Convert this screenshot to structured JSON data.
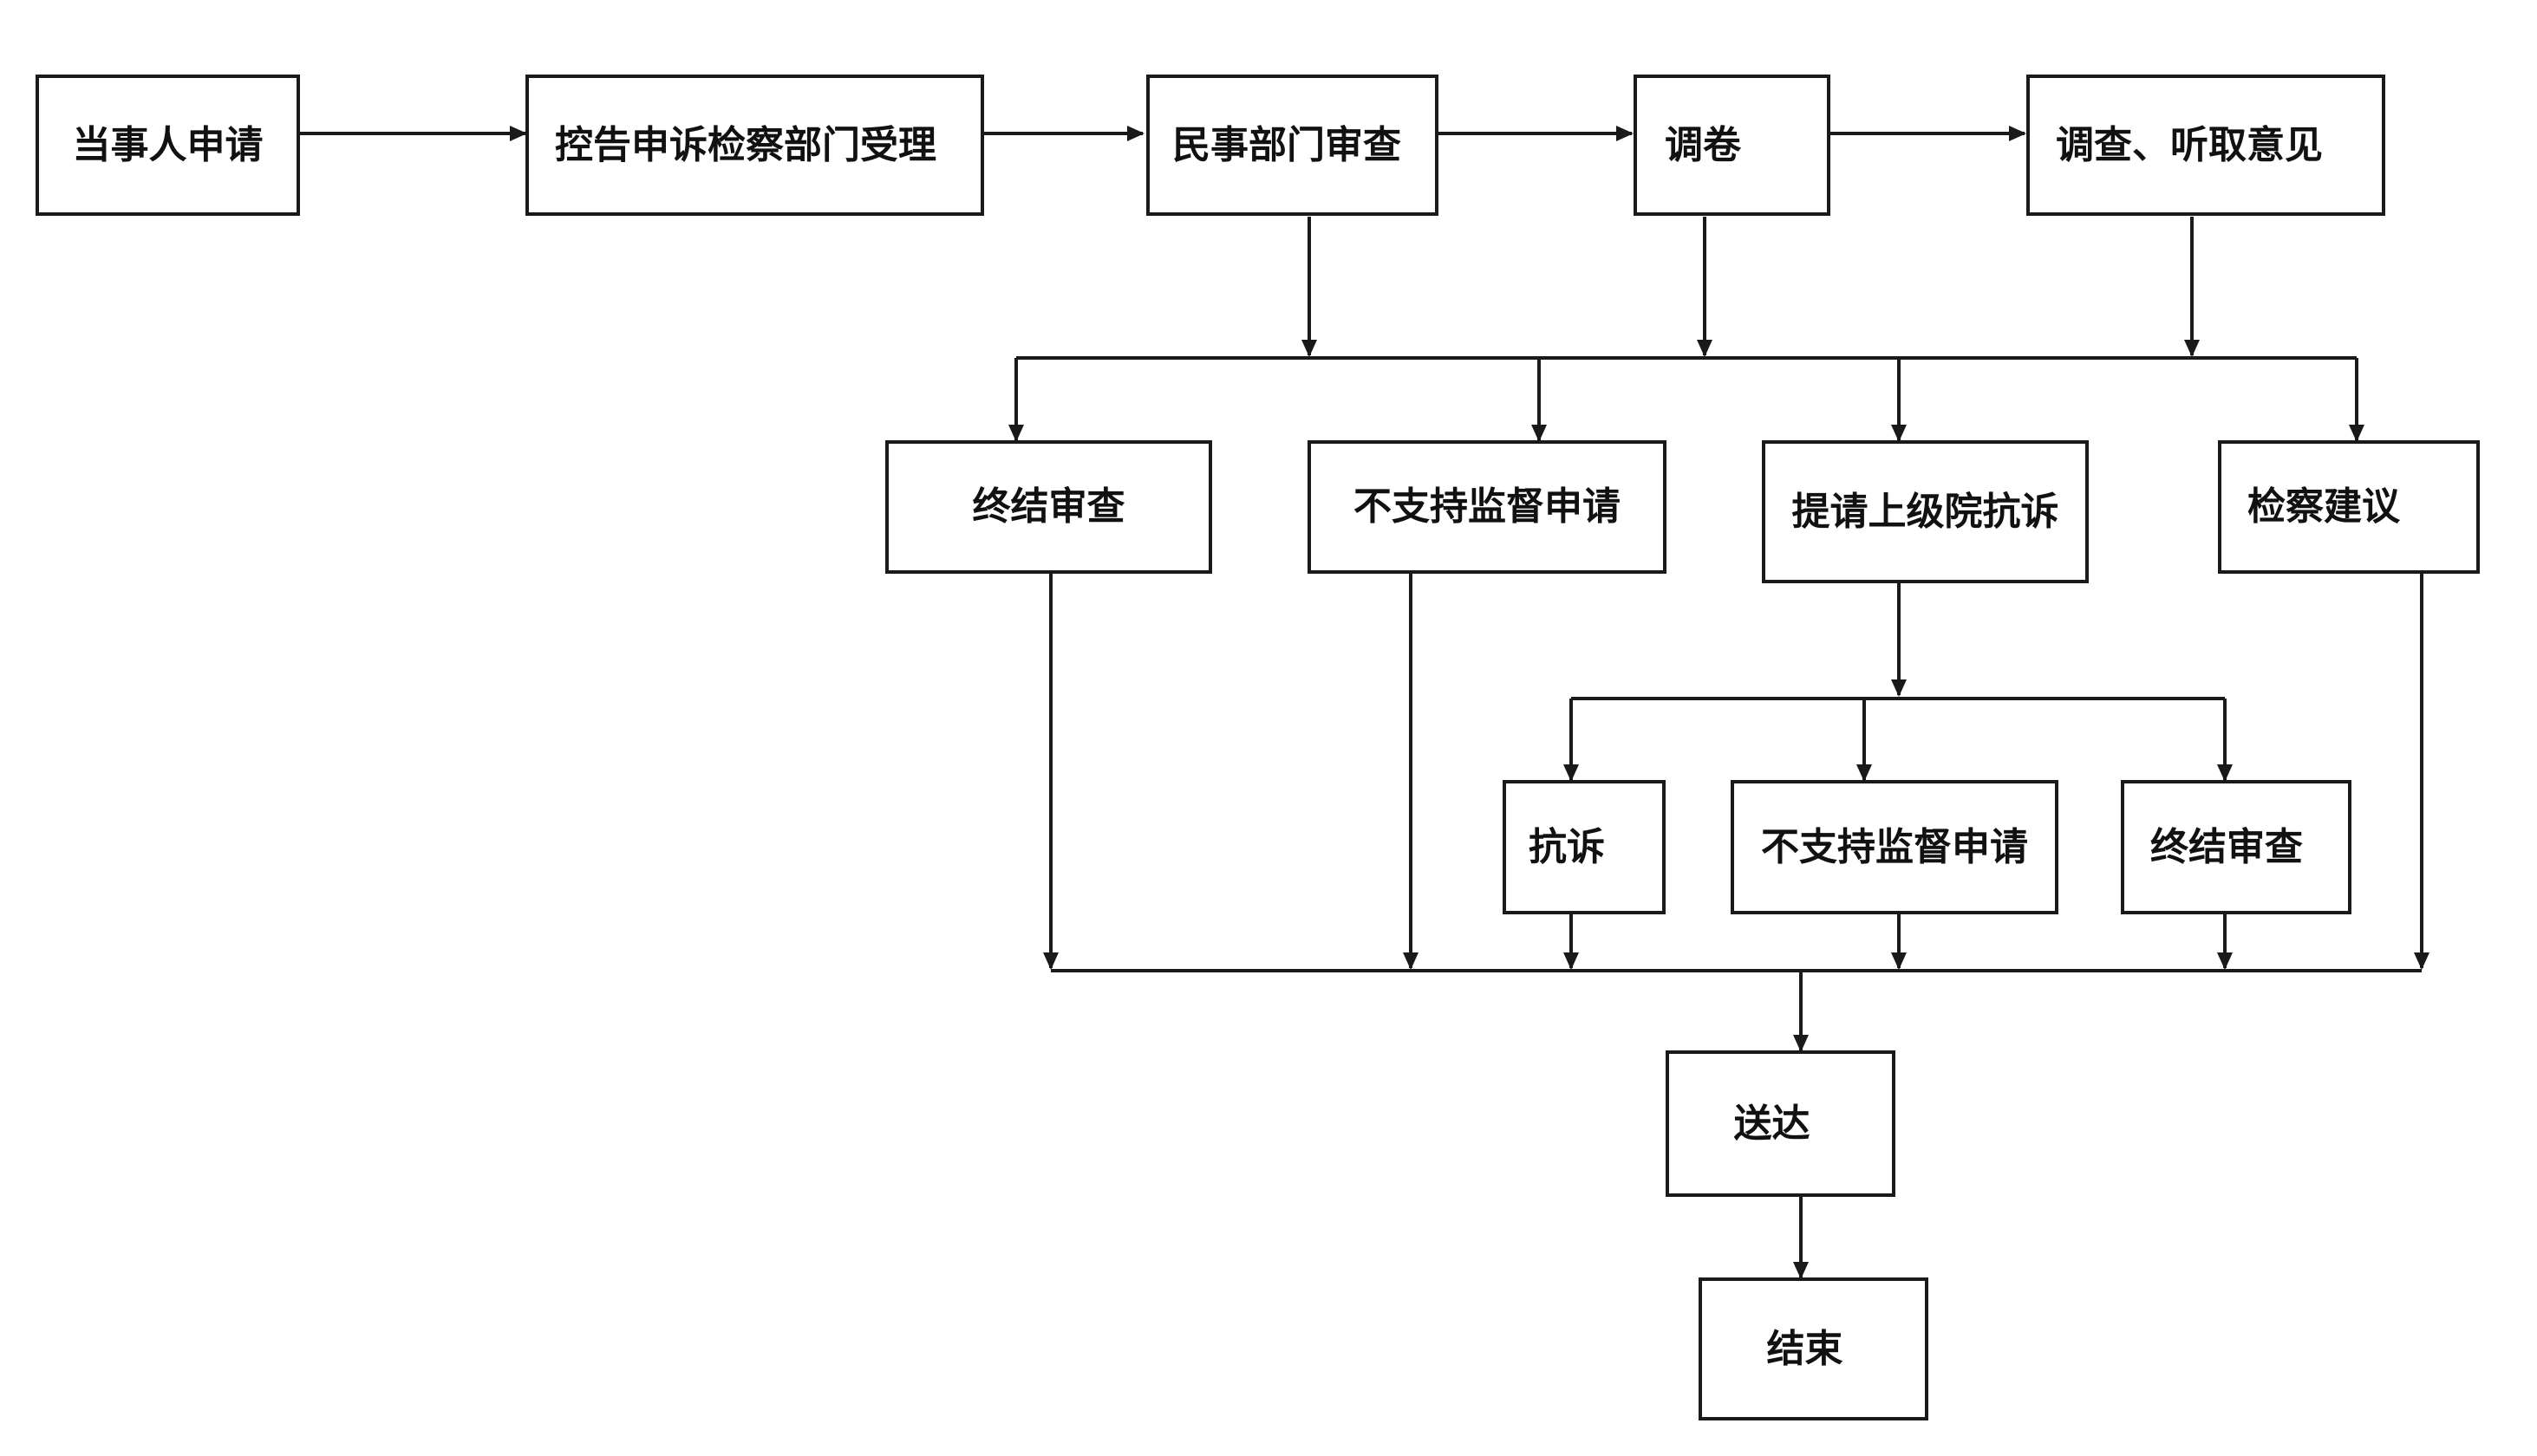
{
  "diagram": {
    "colors": {
      "stroke": "#1a1a1a",
      "text": "#111111",
      "background": "#ffffff"
    },
    "nodes": [
      {
        "id": "n1",
        "label": "当事人申请"
      },
      {
        "id": "n2",
        "label": "控告申诉检察部门受理"
      },
      {
        "id": "n3",
        "label": "民事部门审查"
      },
      {
        "id": "n4",
        "label": "调卷"
      },
      {
        "id": "n5",
        "label": "调查、听取意见"
      },
      {
        "id": "n6",
        "label": "终结审查"
      },
      {
        "id": "n7",
        "label": "不支持监督申请"
      },
      {
        "id": "n8",
        "label": "提请上级院抗诉"
      },
      {
        "id": "n9",
        "label": "检察建议"
      },
      {
        "id": "n10",
        "label": "抗诉"
      },
      {
        "id": "n11",
        "label": "不支持监督申请"
      },
      {
        "id": "n12",
        "label": "终结审查"
      },
      {
        "id": "n13",
        "label": "送达"
      },
      {
        "id": "n14",
        "label": "结束"
      }
    ]
  }
}
